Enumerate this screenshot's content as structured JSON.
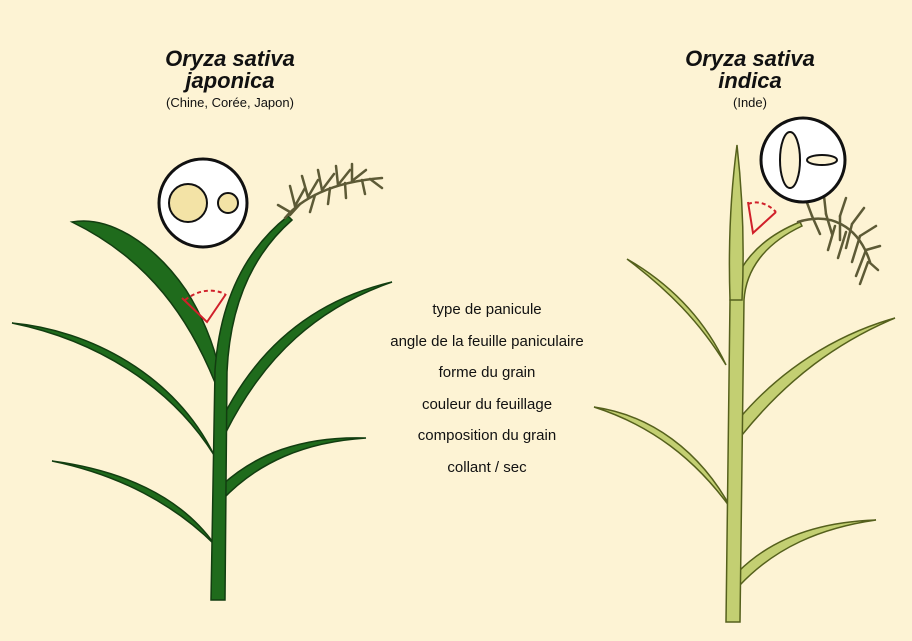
{
  "left_plant": {
    "name_line1": "Oryza sativa",
    "name_line2": "japonica",
    "regions": "(Chine, Corée, Japon)",
    "stem_color": "#1f6b1c",
    "grain_color": "#f3e3a6"
  },
  "right_plant": {
    "name_line1": "Oryza sativa",
    "name_line2": "indica",
    "regions": "(Inde)",
    "stem_color": "#c3cf72",
    "grain_color": "#fdf3d4"
  },
  "traits": [
    "type de panicule",
    "angle de la feuille paniculaire",
    "forme du grain",
    "couleur du feuillage",
    "composition du grain",
    "collant / sec"
  ],
  "colors": {
    "background": "#fdf3d4",
    "angle_marker": "#d0202a",
    "panicle": "#5d5a36"
  }
}
